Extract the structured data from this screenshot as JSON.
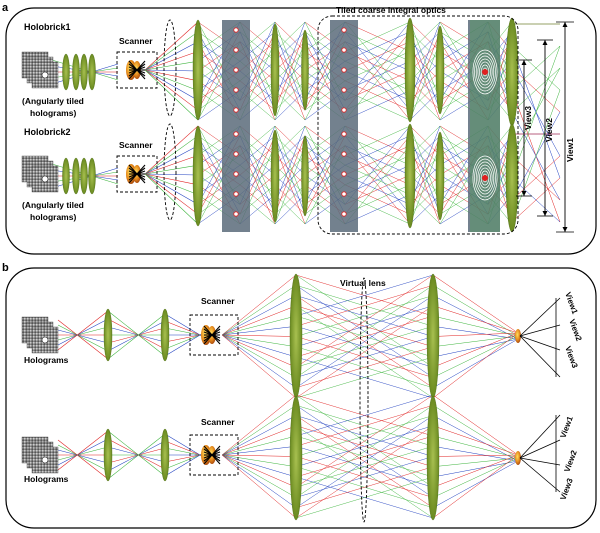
{
  "figure": {
    "panel_a": {
      "letter": "a",
      "holobrick1": "Holobrick1",
      "holobrick2": "Holobrick2",
      "scanner": "Scanner",
      "holograms_line1": "(Angularly tiled",
      "holograms_line2": "holograms)",
      "tiled_optics": "Tiled coarse integral optics",
      "view1": "View1",
      "view2": "View2",
      "view3": "View3"
    },
    "panel_b": {
      "letter": "b",
      "virtual_lens": "Virtual lens",
      "scanner": "Scanner",
      "holograms": "Holograms",
      "view1": "View1",
      "view2": "View2",
      "view3": "View3"
    }
  },
  "colors": {
    "red": "#e02020",
    "green": "#3cb43c",
    "blue": "#2040c0",
    "lens": "#7a9a2a",
    "slab": "#5a6b7a",
    "orange": "#e8a020"
  }
}
